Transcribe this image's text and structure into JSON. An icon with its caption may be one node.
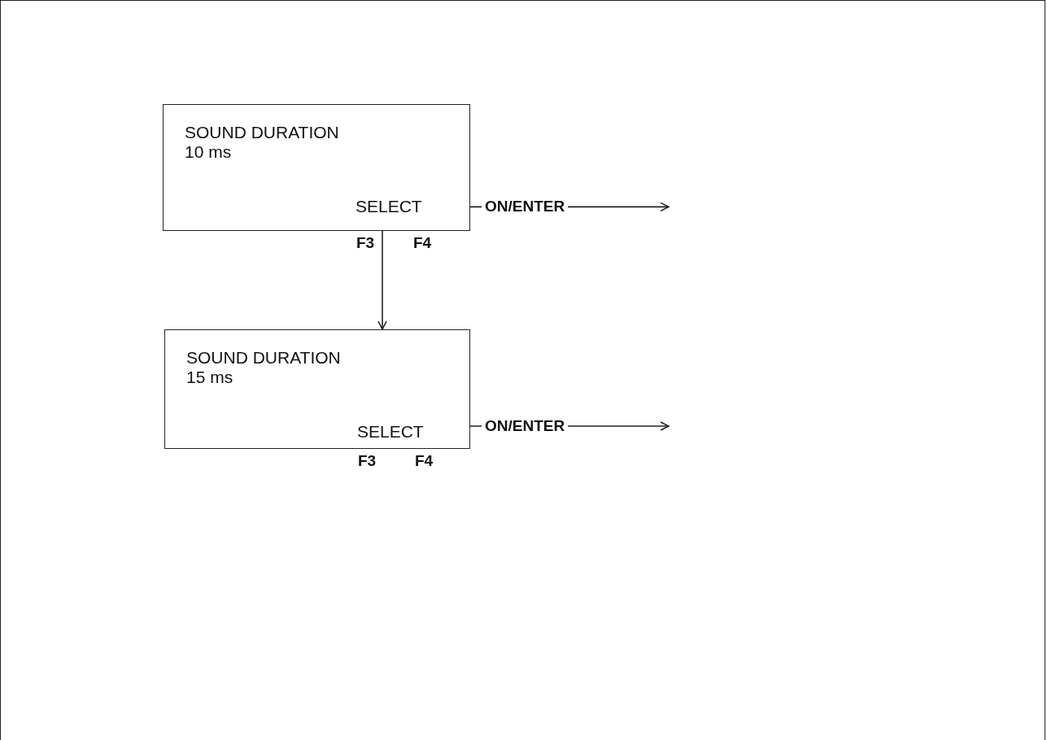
{
  "diagram": {
    "nodes": [
      {
        "text": [
          "SOUND DURATION",
          "10 ms",
          "SELECT"
        ],
        "beside": [
          "F3",
          "F4"
        ]
      },
      {
        "text": [
          "SOUND DURATION",
          "15 ms",
          "SELECT"
        ],
        "beside": [
          "F3",
          "F4"
        ]
      }
    ],
    "edges": [
      {
        "from": 0,
        "to": 1,
        "arrow": "to"
      },
      {
        "from": 0,
        "to": null,
        "arrow": "to",
        "label": "ON/ENTER"
      },
      {
        "from": 1,
        "to": null,
        "arrow": "to",
        "label": "ON/ENTER"
      }
    ]
  }
}
